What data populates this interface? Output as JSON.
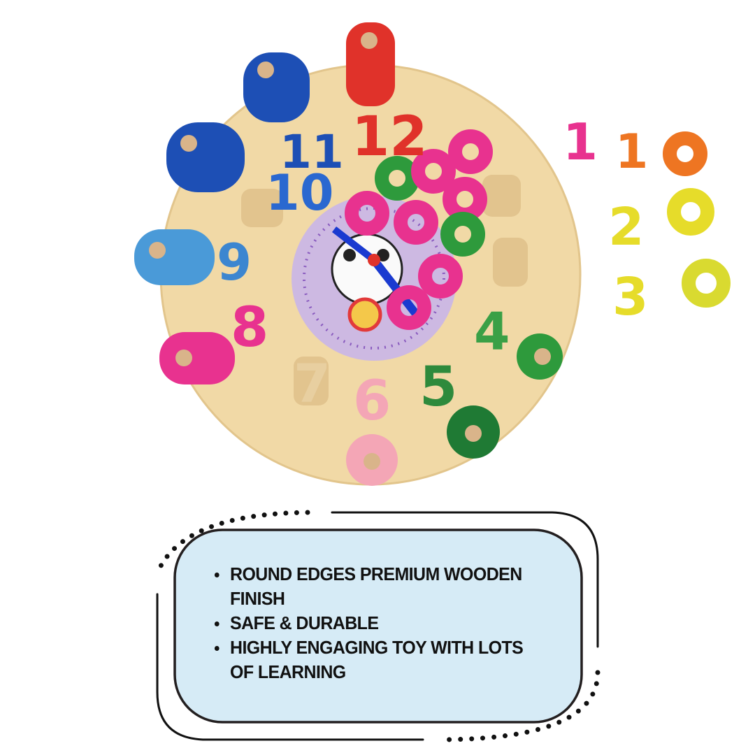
{
  "product": {
    "features": [
      "ROUND EDGES PREMIUM WOODEN FINISH",
      "SAFE & DURABLE",
      "HIGHLY ENGAGING TOY WITH LOTS OF LEARNING"
    ]
  },
  "toy": {
    "clock_numbers": [
      "12",
      "11",
      "10",
      "9",
      "8",
      "7",
      "6",
      "5",
      "4"
    ],
    "loose_numbers": [
      "1",
      "2",
      "3"
    ],
    "colors": {
      "wood": "#f1d9a6",
      "face": "#cdb9e2",
      "red": "#e0322a",
      "blue": "#1d4fb5",
      "light_blue": "#4a9ad8",
      "pink": "#e8328f",
      "green": "#2e9a3c",
      "orange": "#ee7522",
      "yellow": "#e6dc2a",
      "light_pink": "#f4a6b6",
      "panel": "#d6ebf6",
      "outline": "#231f20"
    }
  }
}
